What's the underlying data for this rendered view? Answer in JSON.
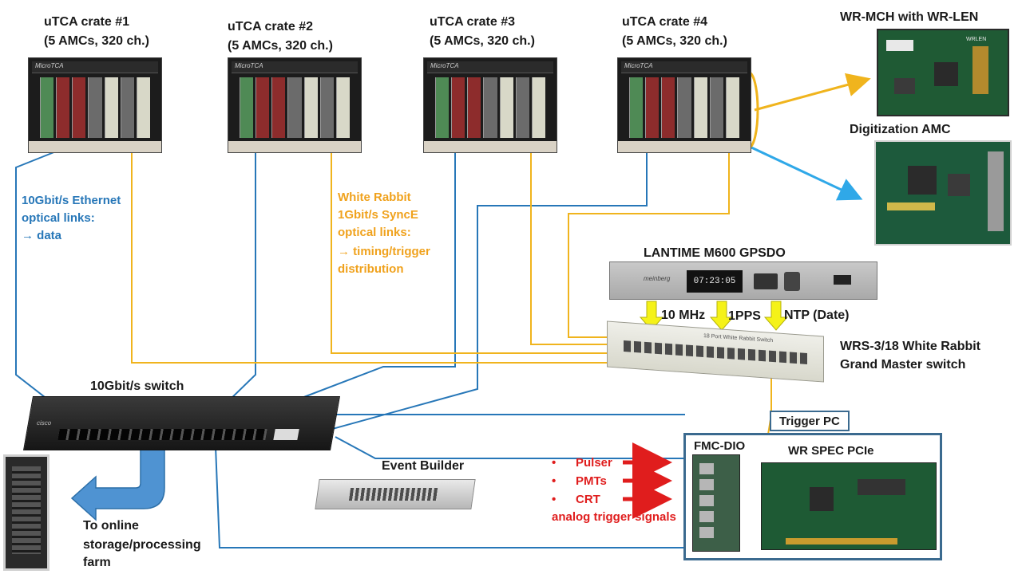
{
  "crates": [
    {
      "title": "uTCA crate #1",
      "sub": "(5 AMCs, 320 ch.)",
      "brand": "MicroTCA"
    },
    {
      "title": "uTCA crate #2",
      "sub": "(5 AMCs, 320 ch.)",
      "brand": "MicroTCA"
    },
    {
      "title": "uTCA crate #3",
      "sub": "(5 AMCs, 320 ch.)",
      "brand": "MicroTCA"
    },
    {
      "title": "uTCA crate #4",
      "sub": "(5 AMCs, 320 ch.)",
      "brand": "MicroTCA"
    }
  ],
  "wr_mch": {
    "label": "WR-MCH with WR-LEN"
  },
  "digitization": {
    "label": "Digitization AMC"
  },
  "ethernet_note": {
    "line1": "10Gbit/s Ethernet",
    "line2": "optical links:",
    "line3": "→ data"
  },
  "white_rabbit_note": {
    "line1": "White Rabbit",
    "line2": "1Gbit/s SyncE",
    "line3": "optical links:",
    "line4": "→ timing/trigger",
    "line5": "distribution"
  },
  "lantime": {
    "label": "LANTIME M600 GPSDO",
    "clock": "07:23:05",
    "brand": "meinberg"
  },
  "signals": {
    "s1": "10 MHz",
    "s2": "1PPS",
    "s3": "NTP (Date)"
  },
  "wrs": {
    "line1": "WRS-3/18 White Rabbit",
    "line2": "Grand Master switch",
    "panel": "18 Port White Rabbit Switch"
  },
  "switch10g": {
    "label": "10Gbit/s  switch",
    "brand": "cisco"
  },
  "event_builder": {
    "label": "Event Builder"
  },
  "online": {
    "line1": "To online",
    "line2": "storage/processing",
    "line3": "farm"
  },
  "trigger_pc": {
    "label": "Trigger PC",
    "fmc": "FMC-DIO",
    "spec": "WR SPEC PCIe"
  },
  "inputs": {
    "items": [
      "Pulser",
      "PMTs",
      "CRT"
    ],
    "caption": "analog trigger signals"
  },
  "colors": {
    "blue": "#2777b8",
    "orange": "#f0b41d",
    "red": "#e01d1d",
    "yellow": "#f5f218",
    "box": "#3b6a8f"
  }
}
